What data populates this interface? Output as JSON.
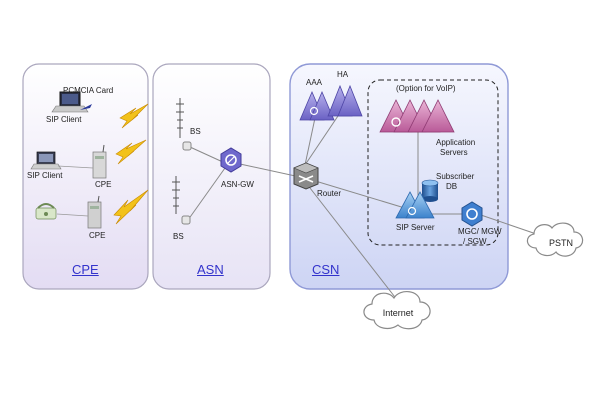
{
  "zones": {
    "cpe": "CPE",
    "asn": "ASN",
    "csn": "CSN"
  },
  "labels": {
    "pcmcia_card": "PCMCIA Card",
    "sip_client_1": "SIP Client",
    "sip_client_2": "SIP Client",
    "cpe_1": "CPE",
    "cpe_2": "CPE",
    "bs_1": "BS",
    "bs_2": "BS",
    "asn_gw": "ASN-GW",
    "router": "Router",
    "aaa": "AAA",
    "ha": "HA",
    "voip_option": "(Option for VoIP)",
    "application_servers": [
      "Application",
      "Servers"
    ],
    "subscriber_db": [
      "Subscriber",
      "DB"
    ],
    "sip_server": "SIP Server",
    "mgc_mgw": [
      "MGC/ MGW",
      "/ SGW"
    ],
    "pstn": "PSTN",
    "internet": "Internet"
  },
  "colors": {
    "cpe_panel": "#ece8f7",
    "asn_panel": "#efedf7",
    "csn_panel": "#dfe3f8",
    "zone_text": "#3333cc",
    "aaa_ha": "#8f86d6",
    "app_servers": "#d27fb5",
    "sip_server": "#5da0e0",
    "gateway": "#3f7fcf",
    "lightning": "#f2c21a"
  }
}
